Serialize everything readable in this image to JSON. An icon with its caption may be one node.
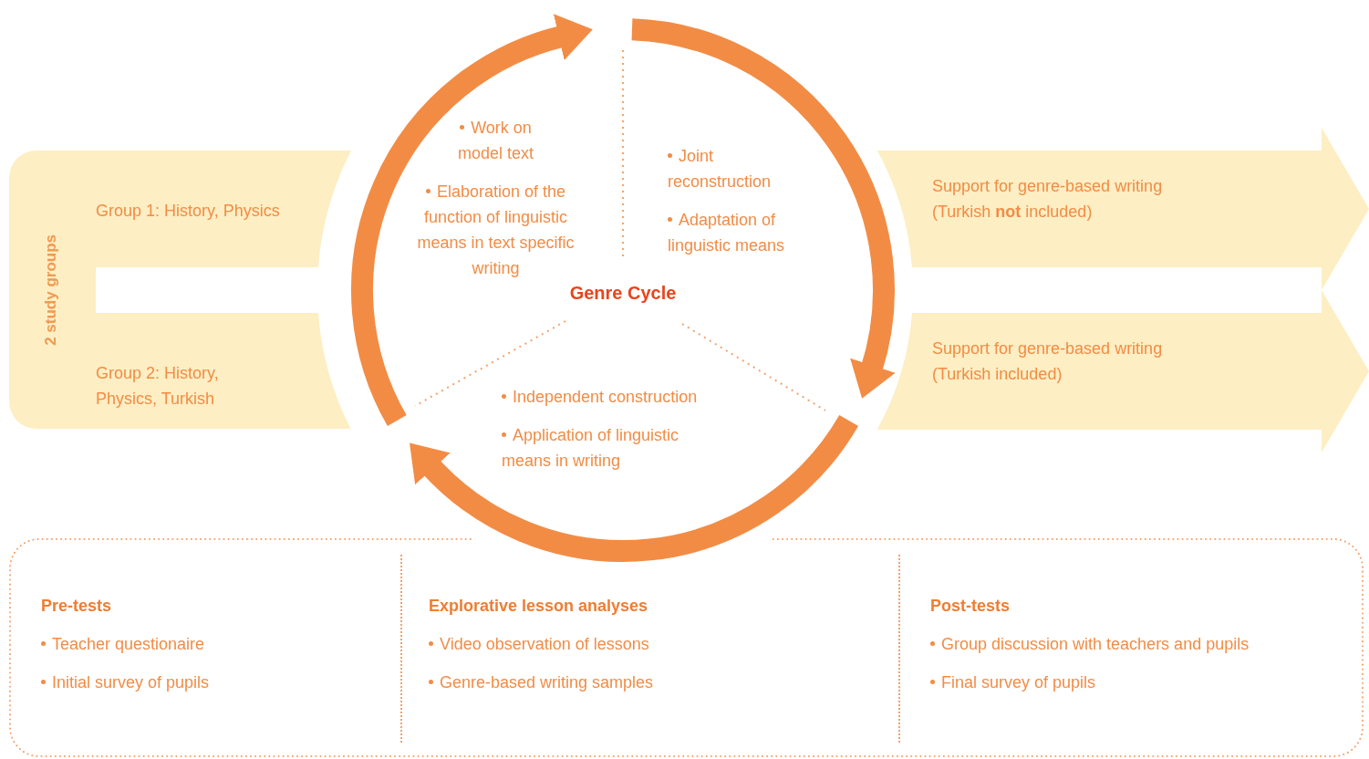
{
  "diagram": {
    "nodes": [
      {
        "text": [
          "2 study groups"
        ]
      },
      {
        "text": [
          "Group 1: History, Physics"
        ]
      },
      {
        "text": [
          "Group 2: History, Physics, Turkish"
        ]
      },
      {
        "text": [
          "Work on model text",
          "Elaboration of the function of linguistic means in text specific writing"
        ]
      },
      {
        "text": [
          "Joint reconstruction",
          "Adaptation of linguistic means"
        ]
      },
      {
        "text": [
          "Genre Cycle"
        ]
      },
      {
        "text": [
          "Independent construction",
          "Application of linguistic means in writing"
        ]
      },
      {
        "text": [
          "Support for genre-based writing (Turkish **not** included)"
        ]
      },
      {
        "text": [
          "Support for genre-based writing (Turkish included)"
        ]
      },
      {
        "text": [],
        "shape": "box"
      },
      {
        "text": [
          "Pre-tests",
          "Teacher questionaire",
          "Initial survey of pupils"
        ],
        "in": 9
      },
      {
        "text": [
          "Explorative lesson analyses",
          "Video observation of lessons",
          "Genre-based writing samples"
        ],
        "in": 9
      },
      {
        "text": [
          "Post-tests",
          "Group discussion with teachers and pupils",
          "Final survey of pupils"
        ],
        "in": 9
      }
    ]
  }
}
